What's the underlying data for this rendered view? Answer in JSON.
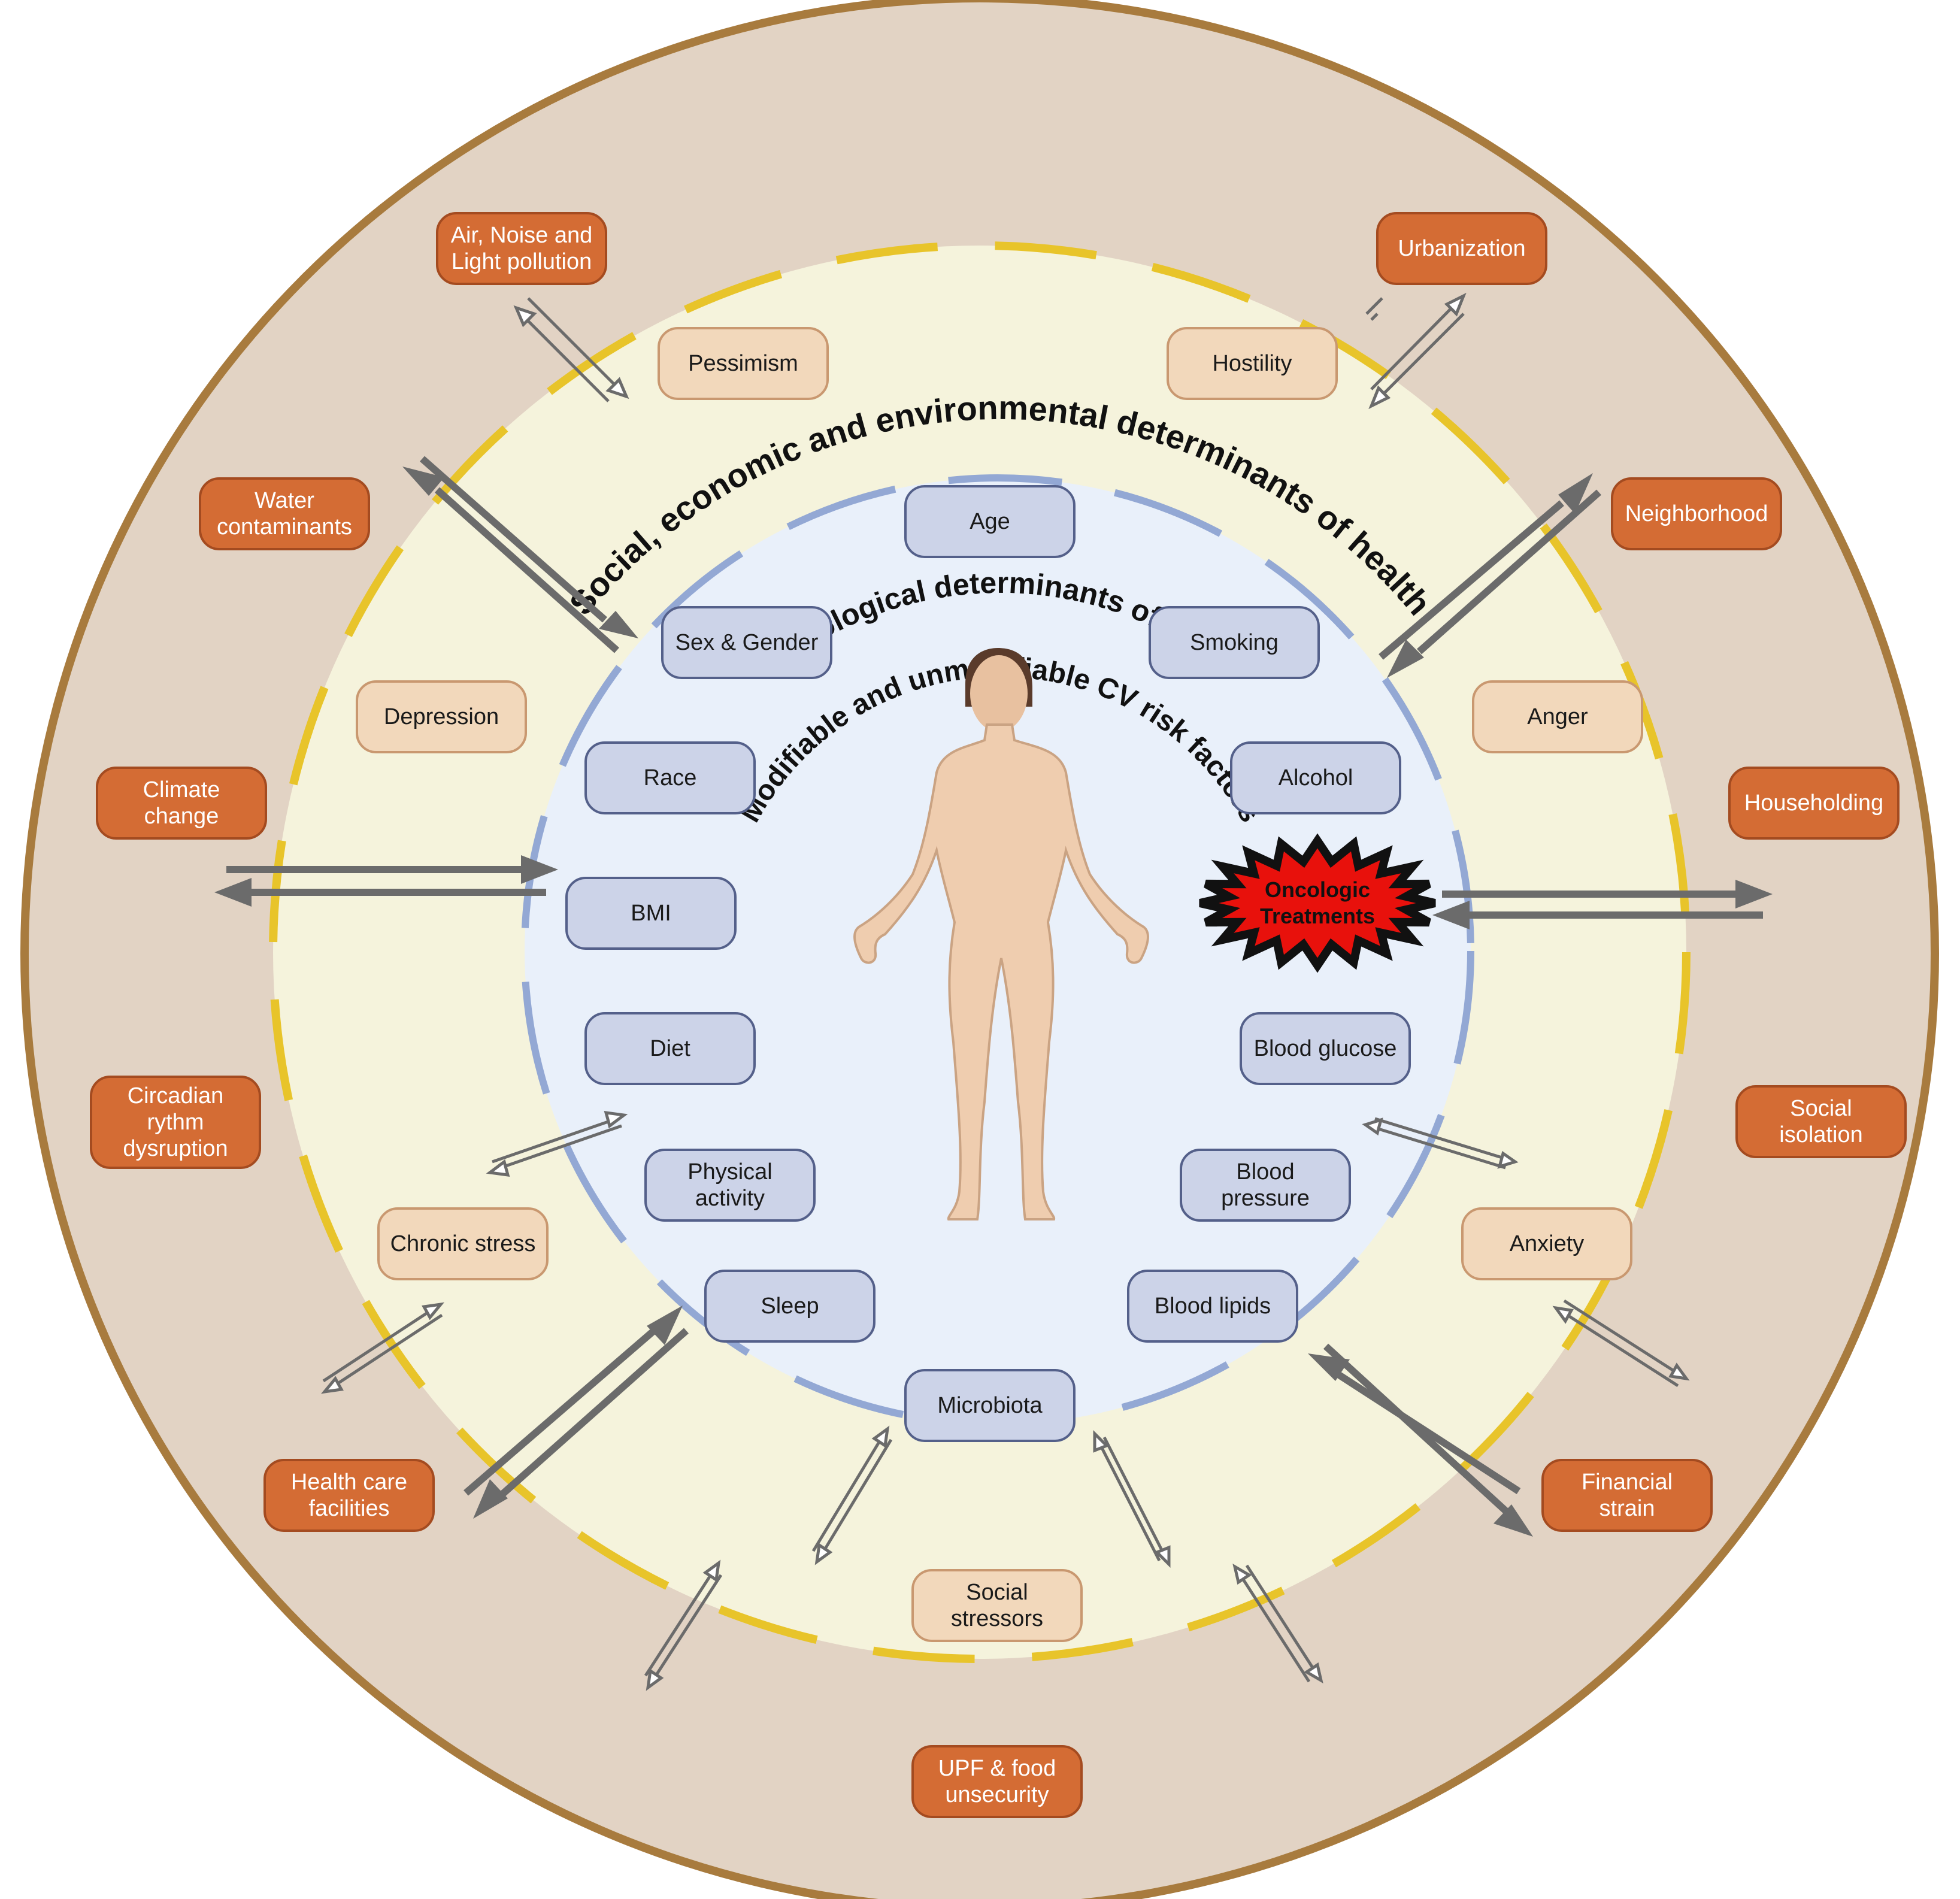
{
  "rings": {
    "outer_title": "Social, economic and environmental determinants of health",
    "middle_title": "Psycological determinants of health",
    "inner_title": "Modifiable and unmodifiable CV risk factors"
  },
  "colors": {
    "outer_fill": "#e2d3c4",
    "outer_border": "#a87b3e",
    "middle_fill": "#f5f3dc",
    "middle_dash": "#e8c42a",
    "inner_fill": "#e9f0fa",
    "inner_dash": "#93a8d4",
    "env_box": "#d46c34",
    "psy_box": "#f2d8bb",
    "risk_box": "#ccd3e8",
    "burst": "#e8110c",
    "arrow": "#6b6b6b"
  },
  "environmental": [
    {
      "key": "air",
      "label": "Air, Noise and\nLight pollution"
    },
    {
      "key": "urbanization",
      "label": "Urbanization"
    },
    {
      "key": "water",
      "label": "Water\ncontaminants"
    },
    {
      "key": "neighborhood",
      "label": "Neighborhood"
    },
    {
      "key": "climate",
      "label": "Climate\nchange"
    },
    {
      "key": "householding",
      "label": "Householding"
    },
    {
      "key": "circadian",
      "label": "Circadian\nrythm\ndysruption"
    },
    {
      "key": "social-isolation",
      "label": "Social\nisolation"
    },
    {
      "key": "health-care",
      "label": "Health care\nfacilities"
    },
    {
      "key": "financial",
      "label": "Financial\nstrain"
    },
    {
      "key": "upf",
      "label": "UPF & food\nunsecurity"
    }
  ],
  "psychological": [
    {
      "key": "pessimism",
      "label": "Pessimism"
    },
    {
      "key": "hostility",
      "label": "Hostility"
    },
    {
      "key": "depression",
      "label": "Depression"
    },
    {
      "key": "anger",
      "label": "Anger"
    },
    {
      "key": "chronic-stress",
      "label": "Chronic stress"
    },
    {
      "key": "anxiety",
      "label": "Anxiety"
    },
    {
      "key": "social-stressors",
      "label": "Social\nstressors"
    }
  ],
  "risk_factors": [
    {
      "key": "age",
      "label": "Age"
    },
    {
      "key": "sex-gender",
      "label": "Sex & Gender"
    },
    {
      "key": "smoking",
      "label": "Smoking"
    },
    {
      "key": "race",
      "label": "Race"
    },
    {
      "key": "alcohol",
      "label": "Alcohol"
    },
    {
      "key": "bmi",
      "label": "BMI"
    },
    {
      "key": "diet",
      "label": "Diet"
    },
    {
      "key": "blood-glucose",
      "label": "Blood glucose"
    },
    {
      "key": "physical-activity",
      "label": "Physical\nactivity"
    },
    {
      "key": "blood-pressure",
      "label": "Blood\npressure"
    },
    {
      "key": "sleep",
      "label": "Sleep"
    },
    {
      "key": "blood-lipids",
      "label": "Blood lipids"
    },
    {
      "key": "microbiota",
      "label": "Microbiota"
    }
  ],
  "oncologic": {
    "line1": "Oncologic",
    "line2": "Treatments"
  }
}
